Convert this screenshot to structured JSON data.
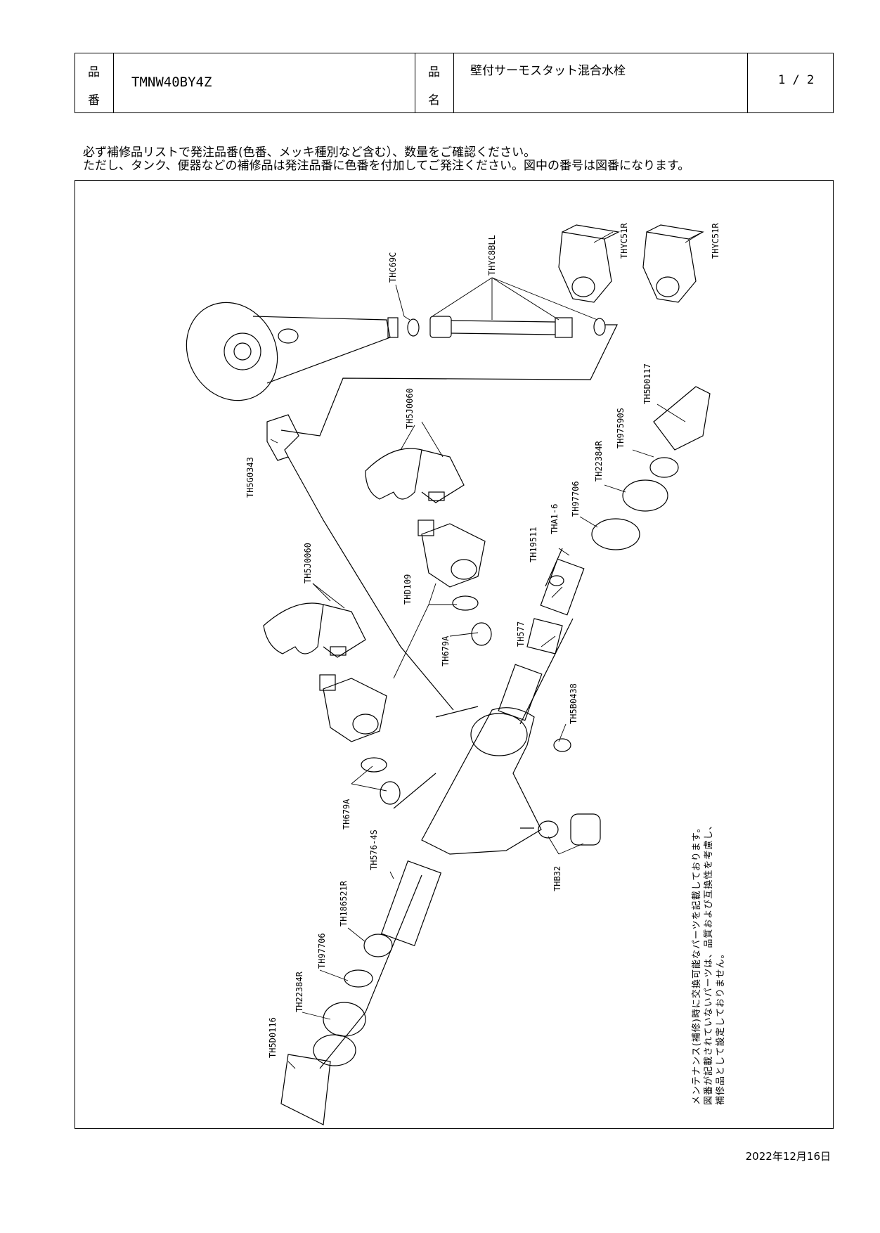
{
  "header": {
    "product_number_label_1": "品",
    "product_number_label_2": "番",
    "product_number": "TMNW40BY4Z",
    "product_name_label_1": "品",
    "product_name_label_2": "名",
    "product_name": "壁付サーモスタット混合水栓",
    "page": "1 / 2"
  },
  "notes": {
    "line1": "必ず補修品リストで発注品番(色番、メッキ種別など含む）、数量をご確認ください。",
    "line2": "ただし、タンク、便器などの補修品は発注品番に色番を付加してご発注ください。図中の番号は図番になります。"
  },
  "side_note": {
    "line1": "メンテナンス(補修)時に交換可能なパーツを記載しております。",
    "line2": "図番が記載されていないパーツは、品質および互換性を考慮し、",
    "line3": "補修品として設定しておりません。"
  },
  "parts": {
    "thc69c": "THC69C",
    "thyc8bll": "THYC8BLL",
    "thyc51r_a": "THYC51R",
    "thyc51r_b": "THYC51R",
    "th5d0117": "TH5D0117",
    "th97590s": "TH97590S",
    "th22384r_top": "TH22384R",
    "th97706_top": "TH97706",
    "tha1_6": "THA1-6",
    "th19511": "TH19511",
    "th577": "TH577",
    "th5b0438": "TH5B0438",
    "th5j0060_top": "TH5J0060",
    "th5g0343": "TH5G0343",
    "th5j0060_mid": "TH5J0060",
    "thd109": "THD109",
    "th679a_top": "TH679A",
    "th679a_bottom": "TH679A",
    "th576_4s": "TH576-4S",
    "th186521r": "TH186521R",
    "th97706_bottom": "TH97706",
    "th22384r_bottom": "TH22384R",
    "th5d0116": "TH5D0116",
    "thb32": "THB32"
  },
  "date": "2022年12月16日"
}
